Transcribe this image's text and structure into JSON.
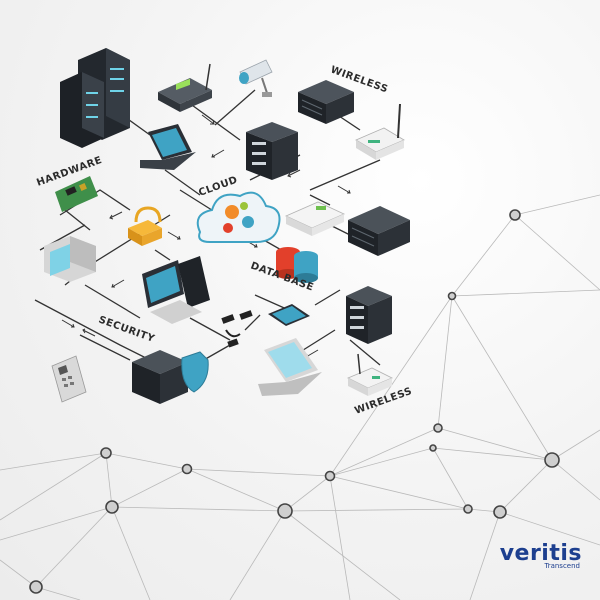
{
  "labels": {
    "wireless_top": "WIRELESS",
    "hardware": "HARDWARE",
    "cloud": "CLOUD",
    "database": "DATA BASE",
    "security": "SECURITY",
    "wireless_bottom": "WIRELESS"
  },
  "brand": {
    "name": "veritis",
    "tagline": "Transcend"
  },
  "colors": {
    "accent_teal": "#3fa3c4",
    "brand_blue": "#1d3f8f",
    "brand_red": "#e2402b",
    "dark_device": "#2a2f36",
    "line": "#333333"
  }
}
